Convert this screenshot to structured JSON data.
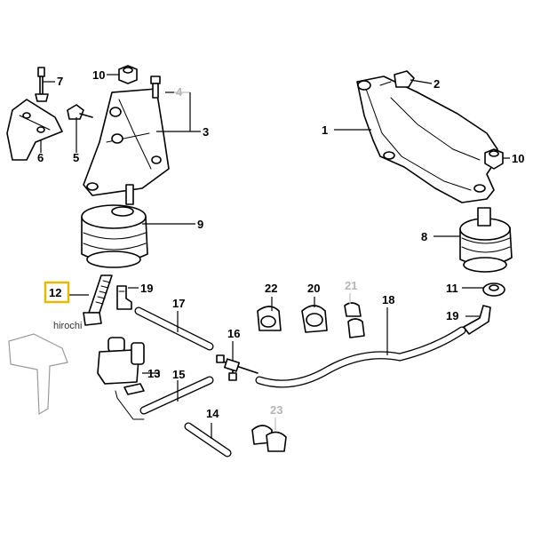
{
  "highlight": {
    "part_number": "12",
    "color": "#e6b800"
  },
  "watermark": "hirochi",
  "callouts": [
    {
      "id": "1",
      "label": "1",
      "muted": false
    },
    {
      "id": "2",
      "label": "2",
      "muted": false
    },
    {
      "id": "3",
      "label": "3",
      "muted": false
    },
    {
      "id": "4",
      "label": "4",
      "muted": true
    },
    {
      "id": "5",
      "label": "5",
      "muted": false
    },
    {
      "id": "6",
      "label": "6",
      "muted": false
    },
    {
      "id": "7",
      "label": "7",
      "muted": false
    },
    {
      "id": "8",
      "label": "8",
      "muted": false
    },
    {
      "id": "9",
      "label": "9",
      "muted": false
    },
    {
      "id": "10a",
      "label": "10",
      "muted": false
    },
    {
      "id": "10b",
      "label": "10",
      "muted": false
    },
    {
      "id": "11",
      "label": "11",
      "muted": false
    },
    {
      "id": "12",
      "label": "12",
      "muted": false
    },
    {
      "id": "13",
      "label": "13",
      "muted": false
    },
    {
      "id": "14",
      "label": "14",
      "muted": false
    },
    {
      "id": "15",
      "label": "15",
      "muted": false
    },
    {
      "id": "16",
      "label": "16",
      "muted": false
    },
    {
      "id": "17",
      "label": "17",
      "muted": false
    },
    {
      "id": "18",
      "label": "18",
      "muted": false
    },
    {
      "id": "19a",
      "label": "19",
      "muted": false
    },
    {
      "id": "19b",
      "label": "19",
      "muted": false
    },
    {
      "id": "20",
      "label": "20",
      "muted": false
    },
    {
      "id": "21",
      "label": "21",
      "muted": true
    },
    {
      "id": "22",
      "label": "22",
      "muted": false
    },
    {
      "id": "23",
      "label": "23",
      "muted": true
    }
  ]
}
